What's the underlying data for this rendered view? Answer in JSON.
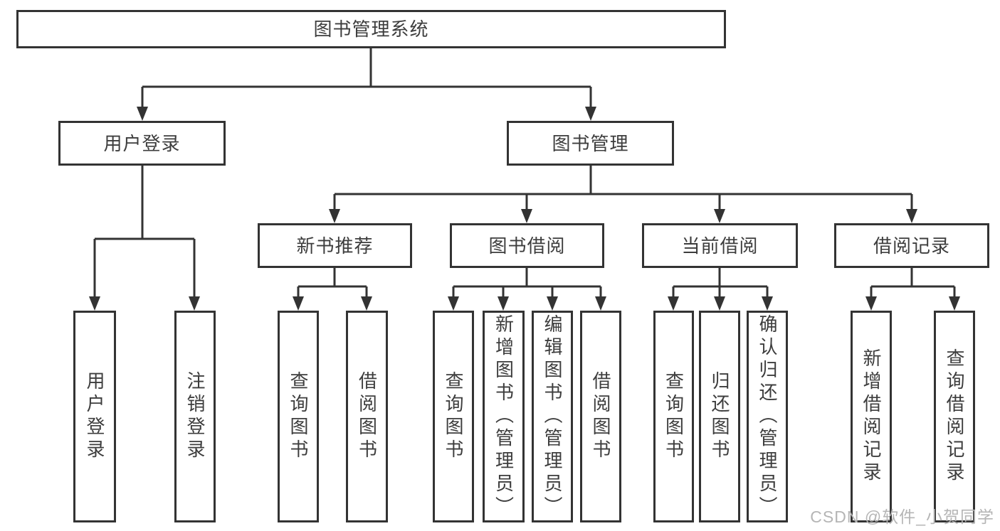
{
  "nodes": {
    "root": "图书管理系统",
    "user_login": "用户登录",
    "book_mgmt": "图书管理",
    "new_books": "新书推荐",
    "book_borrow": "图书借阅",
    "current_borrow": "当前借阅",
    "borrow_records": "借阅记录"
  },
  "leaves": {
    "user_login": [
      "用户登录",
      "注销登录"
    ],
    "new_books": [
      "查询图书",
      "借阅图书"
    ],
    "book_borrow": [
      "查询图书",
      "新增图书（管理员）",
      "编辑图书（管理员）",
      "借阅图书"
    ],
    "current_borrow": [
      "查询图书",
      "归还图书",
      "确认归还（管理员）"
    ],
    "borrow_records": [
      "新增借阅记录",
      "查询借阅记录"
    ]
  },
  "watermark": "CSDN @软件_小贺同学",
  "colors": {
    "line": "#333333",
    "text": "#3d3d3d",
    "watermark": "#b5b5b5",
    "background": "#ffffff"
  }
}
